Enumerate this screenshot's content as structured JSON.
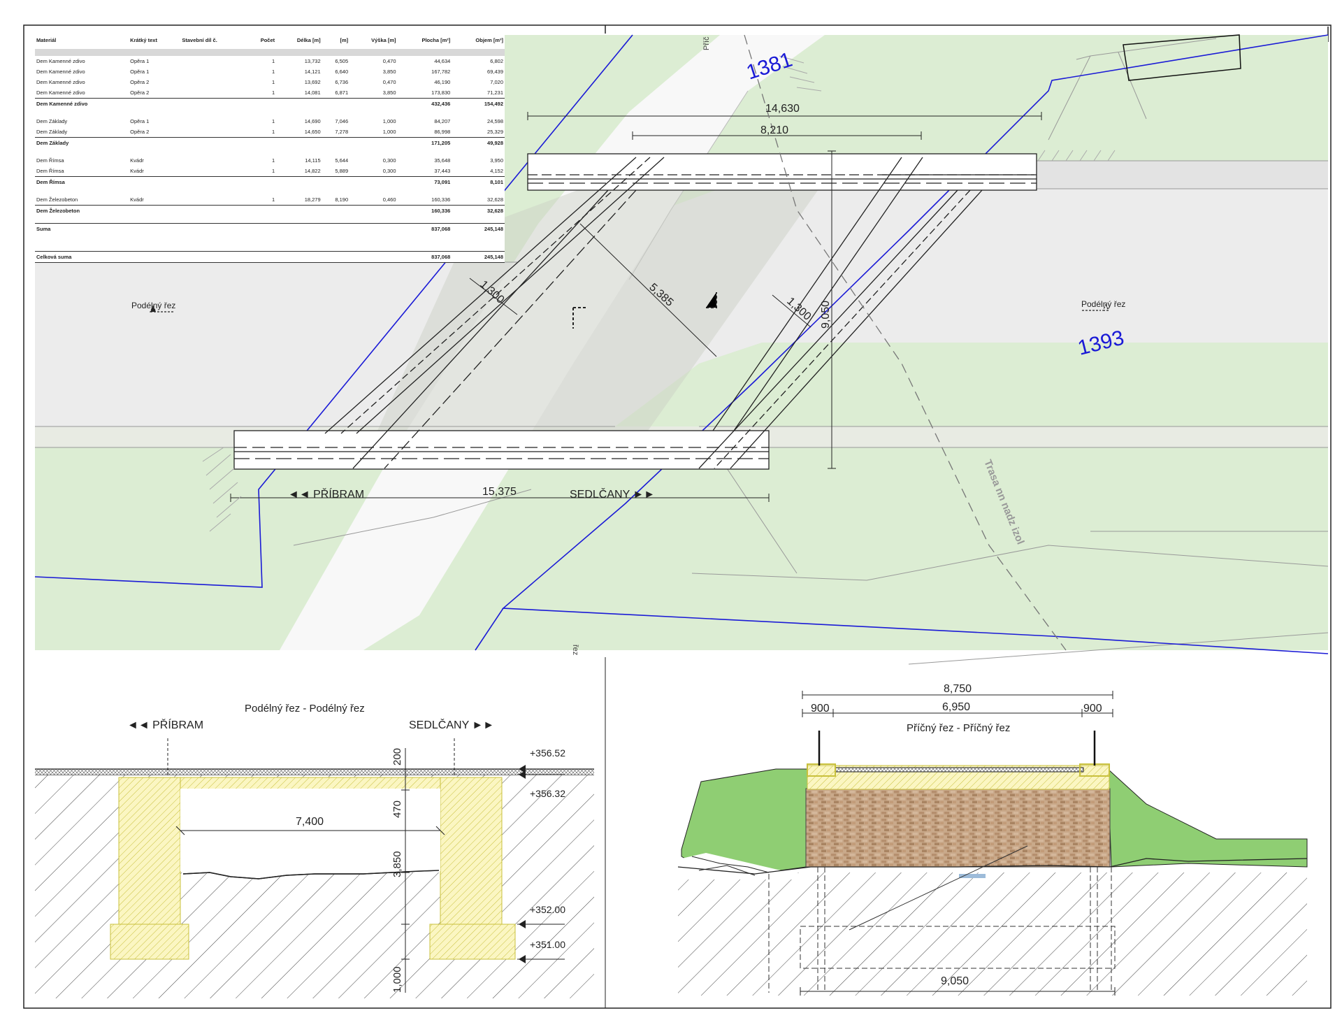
{
  "plan": {
    "parcels": [
      "1381",
      "1393"
    ],
    "section_mark_label": "Podélný řez",
    "direction_left": "◄◄ PŘÍBRAM",
    "direction_right": "SEDLČANY ►►",
    "trasa_label": "Trasa nn nadz izol",
    "cut_text_top": "Příč",
    "cut_text_bottom": "řez",
    "dims": {
      "top_outer": "14,630",
      "top_inner": "8,210",
      "width_left": "1,300",
      "width_right": "1,300",
      "span_diag": "5,385",
      "height": "9,050",
      "bottom": "15,375"
    }
  },
  "table": {
    "headers": [
      "Materiál",
      "Krátký text",
      "Stavební díl č.",
      "Počet",
      "Délka [m]",
      "[m]",
      "Výška [m]",
      "Plocha [m²]",
      "Objem [m³]"
    ],
    "rows": [
      {
        "kind": "band"
      },
      {
        "kind": "row",
        "cells": [
          "Dem Kamenné zdivo",
          "Opěra 1",
          "",
          "1",
          "13,732",
          "6,505",
          "0,470",
          "44,634",
          "6,802"
        ]
      },
      {
        "kind": "row",
        "cells": [
          "Dem Kamenné zdivo",
          "Opěra 1",
          "",
          "1",
          "14,121",
          "6,640",
          "3,850",
          "167,782",
          "69,439"
        ]
      },
      {
        "kind": "row",
        "cells": [
          "Dem Kamenné zdivo",
          "Opěra 2",
          "",
          "1",
          "13,692",
          "6,736",
          "0,470",
          "46,190",
          "7,020"
        ]
      },
      {
        "kind": "row",
        "cells": [
          "Dem Kamenné zdivo",
          "Opěra 2",
          "",
          "1",
          "14,081",
          "6,871",
          "3,850",
          "173,830",
          "71,231"
        ]
      },
      {
        "kind": "sub",
        "cells": [
          "Dem Kamenné zdivo",
          "",
          "",
          "",
          "",
          "",
          "",
          "432,436",
          "154,492"
        ]
      },
      {
        "kind": "row",
        "cells": [
          "Dem Základy",
          "Opěra 1",
          "",
          "1",
          "14,690",
          "7,046",
          "1,000",
          "84,207",
          "24,598"
        ]
      },
      {
        "kind": "row",
        "cells": [
          "Dem Základy",
          "Opěra 2",
          "",
          "1",
          "14,650",
          "7,278",
          "1,000",
          "86,998",
          "25,329"
        ]
      },
      {
        "kind": "sub",
        "cells": [
          "Dem Základy",
          "",
          "",
          "",
          "",
          "",
          "",
          "171,205",
          "49,928"
        ]
      },
      {
        "kind": "row",
        "cells": [
          "Dem Římsa",
          "Kvádr",
          "",
          "1",
          "14,115",
          "5,644",
          "0,300",
          "35,648",
          "3,950"
        ]
      },
      {
        "kind": "row",
        "cells": [
          "Dem Římsa",
          "Kvádr",
          "",
          "1",
          "14,822",
          "5,889",
          "0,300",
          "37,443",
          "4,152"
        ]
      },
      {
        "kind": "sub",
        "cells": [
          "Dem Římsa",
          "",
          "",
          "",
          "",
          "",
          "",
          "73,091",
          "8,101"
        ]
      },
      {
        "kind": "row",
        "cells": [
          "Dem Železobeton",
          "Kvádr",
          "",
          "1",
          "18,279",
          "8,190",
          "0,460",
          "160,336",
          "32,628"
        ]
      },
      {
        "kind": "sub",
        "cells": [
          "Dem Železobeton",
          "",
          "",
          "",
          "",
          "",
          "",
          "160,336",
          "32,628"
        ]
      },
      {
        "kind": "sub",
        "cells": [
          "Suma",
          "",
          "",
          "",
          "",
          "",
          "",
          "837,068",
          "245,148"
        ]
      },
      {
        "kind": "gap"
      },
      {
        "kind": "total",
        "cells": [
          "Celková suma",
          "",
          "",
          "",
          "",
          "",
          "",
          "837,068",
          "245,148"
        ]
      }
    ]
  },
  "long_section": {
    "title": "Podélný řez - Podélný řez",
    "left": "◄◄ PŘÍBRAM",
    "right": "SEDLČANY ►►",
    "levels": [
      "+356.52",
      "+356.32",
      "+352.00",
      "+351.00"
    ],
    "dims": {
      "span": "7,400",
      "d200": "200",
      "d470": "470",
      "d3850": "3,850",
      "d1000": "1,000"
    }
  },
  "cross_section": {
    "title": "Příčný řez - Příčný řez",
    "dims": {
      "total": "8,750",
      "left": "900",
      "mid": "6,950",
      "right": "900",
      "bottom": "9,050"
    }
  },
  "colors": {
    "grass": "#dcedd3",
    "road": "#ebebeb",
    "boundary": "#1a1ad6",
    "concrete": "#fbf6c2",
    "hatch_yellow": "#c8c03c",
    "green_fill": "#8fce73",
    "masonry": "#c9a98a"
  }
}
